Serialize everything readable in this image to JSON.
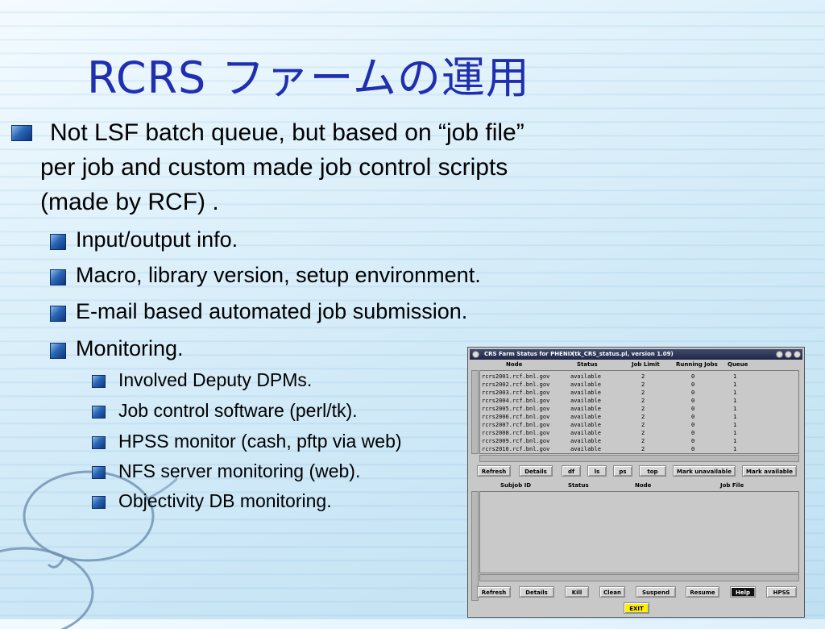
{
  "slide": {
    "title": "RCRS ファームの運用",
    "bullet1_line1": "Not LSF batch queue, but based on “job file”",
    "bullet1_line2": "per job and custom made job control scripts",
    "bullet1_line3": "(made by RCF) .",
    "sub_items": [
      "Input/output info.",
      "Macro, library version, setup environment.",
      "E-mail based automated job submission.",
      "Monitoring."
    ],
    "monitoring_items": [
      "Involved Deputy DPMs.",
      "Job control software (perl/tk).",
      "HPSS monitor (cash, pftp via web)",
      "NFS server monitoring (web).",
      "Objectivity DB monitoring."
    ]
  },
  "app": {
    "window_title": "CRS Farm Status for PHENIX",
    "window_subtitle": "(tk_CRS_status.pl, version 1.09)",
    "columns": [
      "Node",
      "Status",
      "Job Limit",
      "Running Jobs",
      "Queue"
    ],
    "rows": [
      [
        "rcrs2001.rcf.bnl.gov",
        "available",
        "2",
        "0",
        "1"
      ],
      [
        "rcrs2002.rcf.bnl.gov",
        "available",
        "2",
        "0",
        "1"
      ],
      [
        "rcrs2003.rcf.bnl.gov",
        "available",
        "2",
        "0",
        "1"
      ],
      [
        "rcrs2004.rcf.bnl.gov",
        "available",
        "2",
        "0",
        "1"
      ],
      [
        "rcrs2005.rcf.bnl.gov",
        "available",
        "2",
        "0",
        "1"
      ],
      [
        "rcrs2006.rcf.bnl.gov",
        "available",
        "2",
        "0",
        "1"
      ],
      [
        "rcrs2007.rcf.bnl.gov",
        "available",
        "2",
        "0",
        "1"
      ],
      [
        "rcrs2008.rcf.bnl.gov",
        "available",
        "2",
        "0",
        "1"
      ],
      [
        "rcrs2009.rcf.bnl.gov",
        "available",
        "2",
        "0",
        "1"
      ],
      [
        "rcrs2010.rcf.bnl.gov",
        "available",
        "2",
        "0",
        "1"
      ]
    ],
    "top_buttons": [
      "Refresh",
      "Details",
      "df",
      "ls",
      "ps",
      "top",
      "Mark unavailable",
      "Mark available"
    ],
    "sub_columns": [
      "Subjob ID",
      "Status",
      "Node",
      "Job File"
    ],
    "bottom_buttons": [
      "Refresh",
      "Details",
      "Kill",
      "Clean",
      "Suspend",
      "Resume",
      "Help",
      "HPSS"
    ],
    "exit_label": "EXIT"
  }
}
